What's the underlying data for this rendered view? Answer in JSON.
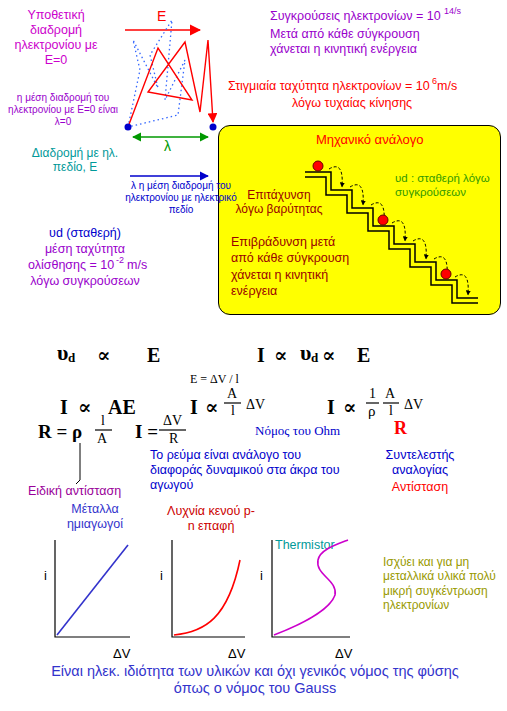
{
  "diagram": {
    "nodes": [
      {
        "text": [
          "Μηχανικό ανάλογο",
          "υd : σταθερή λόγω συγκρούσεων",
          "Επιτάχυνση λόγω βαρύτητας",
          "Επιβράδυνση μετά από κάθε σύγκρουση χάνεται η κινητική ενέργεια"
        ]
      }
    ],
    "labels": [
      "Υποθετική διαδρομή ηλεκτρονίου με E=0",
      "E",
      "η μέση διαδρομή του ηλεκτρονίου με E=0 είναι λ=0",
      "λ",
      "Διαδρομή με ηλ. πεδίο, E",
      "λ η μέση διαδρομή του ηλεκτρονίου με ηλεκτρικό πεδίο",
      "υd (σταθερή)",
      "μέση ταχύτητα",
      "ολίσθησης = 10",
      "-2",
      "m/s",
      "λόγω συγκρούσεων",
      "Συγκρούσεις ηλεκτρονίων = 10",
      "14",
      "/s",
      "Μετά από κάθε σύγκρουση χάνεται η κινητική ενέργεια",
      "Στιγμιαία ταχύτητα ηλεκτρονίων = 10",
      "6",
      "m/s",
      "λόγω τυχαίας κίνησης",
      "υ",
      "d",
      "∝",
      "E",
      "I",
      "∝",
      "υ",
      "d",
      "∝",
      "E",
      "E = ΔV / l",
      "I",
      "∝",
      "AE",
      "I",
      "∝",
      "A",
      "l",
      "ΔV",
      "I",
      "∝",
      "1",
      "ρ",
      "A",
      "l",
      "ΔV",
      "R",
      "R = ρ",
      "l",
      "A",
      "I =",
      "ΔV",
      "R",
      "Νόμος του Ohm",
      "Το ρεύμα είναι ανάλογο του διαφοράς δυναμικού στα άκρα του αγωγού",
      "Συντελεστής αναλογίας",
      "Αντίσταση",
      "Ειδική αντίσταση",
      "Μέταλλα ημιαγωγοί",
      "i",
      "ΔV",
      "Λυχνία κενού p-n επαφή",
      "i",
      "ΔV",
      "Thermistor",
      "i",
      "ΔV",
      "Ισχύει και για μη μεταλλικά υλικά πολύ μικρή συγκέντρωση ηλεκτρονίων",
      "Είναι ηλεκ. ιδιότητα των υλικών και όχι γενικός νόμος της φύσης όπως ο νόμος του Gauss"
    ]
  }
}
